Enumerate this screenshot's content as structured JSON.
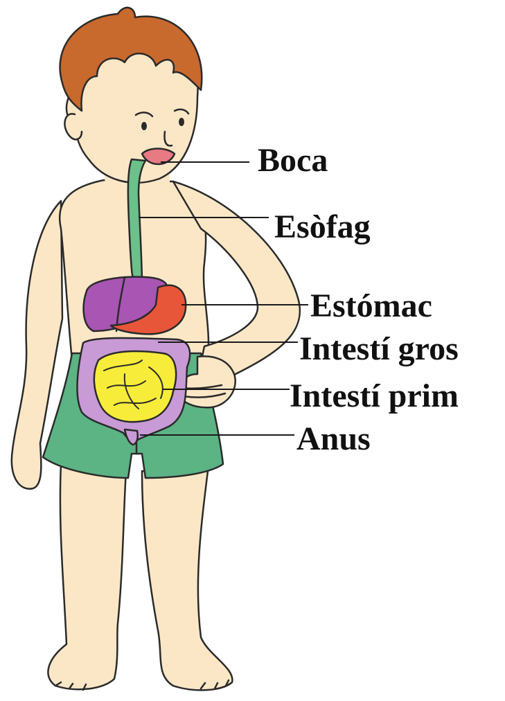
{
  "labels": {
    "boca": "Boca",
    "esofag": "Esòfag",
    "estomac": "Estómac",
    "intesti_gros": "Intestí gros",
    "intesti_prim": "Intestí prim",
    "anus": "Anus"
  },
  "colors": {
    "skin": "#fbe7c6",
    "hair": "#c8692e",
    "shorts": "#5cb384",
    "esophagus": "#6cc08a",
    "liver": "#a855b3",
    "stomach": "#e8563a",
    "large_intestine": "#c89ad6",
    "small_intestine": "#f7ec3a",
    "outline": "#2a2a2a"
  }
}
